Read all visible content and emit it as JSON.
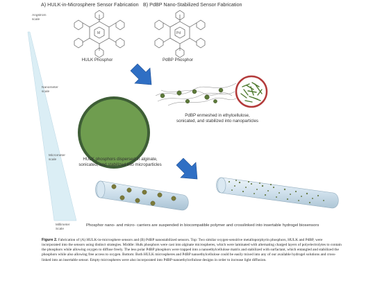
{
  "headers": {
    "a": "A) HULK-in-Microsphere Sensor Fabrication",
    "b": "B) PdBP Nano-Stabilized Sensor Fabrication"
  },
  "scales": {
    "angstrom": "Angstrom\nscale",
    "nanometer": "Nanometer\nscale",
    "micrometer": "Micrometer\nscale",
    "millimeter": "Millimeter\nScale"
  },
  "labels": {
    "hulk_phosphor": "HULK Phosphor",
    "pdbp_phosphor": "PdBP Phosphor",
    "pdbp_enmeshed": "PdBP enmeshed in ethylcellulose,\nsonicated, and stabilized into nanoparticles",
    "hulk_dispersed": "HULK phosphors dispersed in alginate,\nsonicated, and stabilized into microparticles",
    "carriers": "Phosphor nano- and micro- carriers are suspended in biocompatible polymer and crosslinked into insertable hydrogel biosensors"
  },
  "caption": {
    "figure_label": "Figure 2.",
    "text": "Fabrication of (A) HULK-in-microsphere sensors and (B) PdBP nanostabilized sensors. Top: Two similar oxygen-sensitive metalloporphyrin phosphors, HULK and PdBP, were incorporated into the sensors using distinct strategies. Middle: Hulk phosphors were cast into alginate microspheres, which were laminated with alternating charged layers of polyelectrolytes to contain the phosphors while allowing oxygen to diffuse freely. The less polar PdBP phosphors were trapped into a nanoethylcellulose matrix and stabilized with surfactant, which entangled and stabilized the phosphors while also allowing free access to oxygen. Bottom: Both HULK microspheres and PdBP nanoethylcellulose could be easily mixed into any of our available hydrogel solutions and cross-linked into an insertable sensor. Empty microspheres were also incorporated into PdBP-nanoethylcellulose designs in order to increase light diffusion."
  },
  "colors": {
    "arrow": "#2f6fc4",
    "microsphere": "#6f9d4f",
    "microsphere_ring": "#3e5e36",
    "nanoparticle_ring": "#b33a3a",
    "cylinder": "#cfe0ec",
    "scale_wedge": "#dbeef5"
  }
}
